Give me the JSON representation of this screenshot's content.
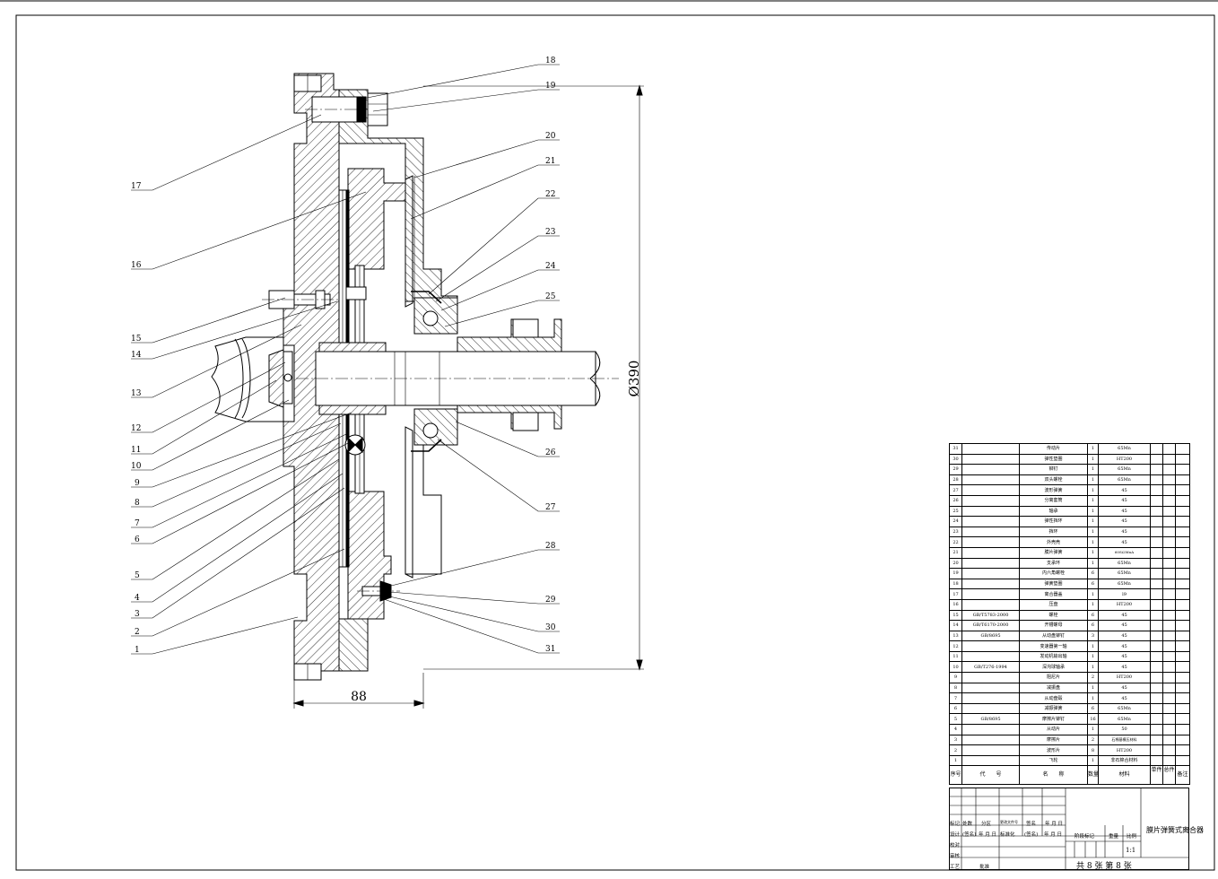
{
  "drawing": {
    "dimension_height": "Ø390",
    "dimension_width": "88",
    "balloons_left": [
      "17",
      "16",
      "15",
      "14",
      "13",
      "12",
      "11",
      "10",
      "9",
      "8",
      "7",
      "6",
      "5",
      "4",
      "3",
      "2",
      "1"
    ],
    "balloons_right": [
      "18",
      "19",
      "20",
      "21",
      "22",
      "23",
      "24",
      "25",
      "26",
      "27",
      "28",
      "29",
      "30",
      "31"
    ]
  },
  "bom": {
    "header": {
      "no": "序号",
      "code": "代　　号",
      "name": "名　　称",
      "qty": "数量",
      "material": "材料",
      "unit_weight": "单件",
      "total_weight": "总件",
      "weight": "重量",
      "remark": "备注"
    },
    "rows": [
      {
        "no": "31",
        "code": "",
        "name": "传动片",
        "qty": "1",
        "material": "65Mn"
      },
      {
        "no": "30",
        "code": "",
        "name": "弹性垫圈",
        "qty": "1",
        "material": "HT200"
      },
      {
        "no": "29",
        "code": "",
        "name": "铆钉",
        "qty": "1",
        "material": "65Mn"
      },
      {
        "no": "28",
        "code": "",
        "name": "双头螺栓",
        "qty": "1",
        "material": "65Mn"
      },
      {
        "no": "27",
        "code": "",
        "name": "波形弹簧",
        "qty": "1",
        "material": "45"
      },
      {
        "no": "26",
        "code": "",
        "name": "分离套筒",
        "qty": "1",
        "material": "45"
      },
      {
        "no": "25",
        "code": "",
        "name": "轴承",
        "qty": "1",
        "material": "45"
      },
      {
        "no": "24",
        "code": "",
        "name": "弹性挡环",
        "qty": "1",
        "material": "45"
      },
      {
        "no": "23",
        "code": "",
        "name": "挡环",
        "qty": "1",
        "material": "45"
      },
      {
        "no": "22",
        "code": "",
        "name": "外壳壳",
        "qty": "1",
        "material": "45"
      },
      {
        "no": "21",
        "code": "",
        "name": "膜片弹簧",
        "qty": "1",
        "material": "60Si2MnA"
      },
      {
        "no": "20",
        "code": "",
        "name": "支承环",
        "qty": "1",
        "material": "65Mn"
      },
      {
        "no": "19",
        "code": "",
        "name": "内六角螺栓",
        "qty": "6",
        "material": "65Mn"
      },
      {
        "no": "18",
        "code": "",
        "name": "弹簧垫圈",
        "qty": "6",
        "material": "65Mn"
      },
      {
        "no": "17",
        "code": "",
        "name": "离合器盖",
        "qty": "1",
        "material": "l9"
      },
      {
        "no": "16",
        "code": "",
        "name": "压盘",
        "qty": "1",
        "material": "HT200"
      },
      {
        "no": "15",
        "code": "GB/T5783-2000",
        "name": "螺栓",
        "qty": "6",
        "material": "45"
      },
      {
        "no": "14",
        "code": "GB/T6170-2000",
        "name": "开槽螺母",
        "qty": "6",
        "material": "45"
      },
      {
        "no": "13",
        "code": "GB/8695",
        "name": "从动盘铆钉",
        "qty": "3",
        "material": "45"
      },
      {
        "no": "12",
        "code": "",
        "name": "变速器第一轴",
        "qty": "1",
        "material": "45"
      },
      {
        "no": "11",
        "code": "",
        "name": "发动机输出轴",
        "qty": "1",
        "material": "45"
      },
      {
        "no": "10",
        "code": "GB/T276-1994",
        "name": "深沟球轴承",
        "qty": "1",
        "material": "45"
      },
      {
        "no": "9",
        "code": "",
        "name": "阻尼片",
        "qty": "2",
        "material": "HT200"
      },
      {
        "no": "8",
        "code": "",
        "name": "减振盘",
        "qty": "1",
        "material": "45"
      },
      {
        "no": "7",
        "code": "",
        "name": "从动盘毂",
        "qty": "1",
        "material": "45"
      },
      {
        "no": "6",
        "code": "",
        "name": "减振弹簧",
        "qty": "6",
        "material": "65Mn"
      },
      {
        "no": "5",
        "code": "GB/8695",
        "name": "摩擦片铆钉",
        "qty": "16",
        "material": "65Mn"
      },
      {
        "no": "4",
        "code": "",
        "name": "从动片",
        "qty": "1",
        "material": "50"
      },
      {
        "no": "3",
        "code": "",
        "name": "摩擦片",
        "qty": "2",
        "material": "石棉基模压材料"
      },
      {
        "no": "2",
        "code": "",
        "name": "波形片",
        "qty": "8",
        "material": "HT200"
      },
      {
        "no": "1",
        "code": "",
        "name": "飞轮",
        "qty": "1",
        "material": "非石棉合材料"
      }
    ]
  },
  "title_block": {
    "drawing_title": "膜片弹簧式离合器",
    "mark": "标记",
    "count": "处数",
    "zone": "分区",
    "change_doc": "更改文件号",
    "sign": "签名",
    "date": "年 月 日",
    "design": "设计",
    "signname": "(签名)",
    "date2": "年 月 日",
    "standard": "标准化",
    "signname2": "(签名)",
    "date3": "年 月 日",
    "stage_mark": "阶段标记",
    "weight": "重量",
    "scale": "比例",
    "check": "校对",
    "review": "审核",
    "process": "工艺",
    "approve": "批准",
    "scale_value": "1:1",
    "sheets": "共 8 张 第 8 张"
  }
}
